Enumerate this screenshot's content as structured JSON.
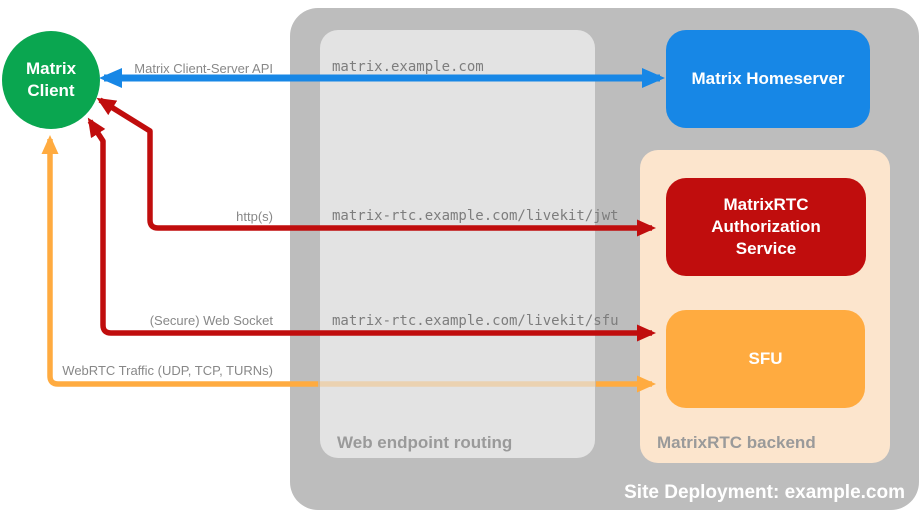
{
  "site": {
    "label": "Site Deployment: example.com"
  },
  "client": {
    "label": "Matrix Client",
    "color": "#0aa650"
  },
  "groups": {
    "web_routing": {
      "label": "Web endpoint routing"
    },
    "backend": {
      "label": "MatrixRTC backend"
    }
  },
  "nodes": {
    "homeserver": {
      "label": "Matrix Homeserver",
      "color": "#1787e6"
    },
    "auth_service": {
      "label": "MatrixRTC Authorization Service",
      "color": "#c00d0d"
    },
    "sfu": {
      "label": "SFU",
      "color": "#ffab40"
    }
  },
  "connections": [
    {
      "id": "client-homeserver",
      "protocol": "Matrix Client-Server API",
      "route": "matrix.example.com",
      "color": "#1787e6",
      "bidirectional": true
    },
    {
      "id": "client-auth-service",
      "protocol": "http(s)",
      "route": "matrix-rtc.example.com/livekit/jwt",
      "color": "#c00d0d",
      "bidirectional": true
    },
    {
      "id": "client-sfu-websocket",
      "protocol": "(Secure) Web Socket",
      "route": "matrix-rtc.example.com/livekit/sfu",
      "color": "#c00d0d",
      "bidirectional": true
    },
    {
      "id": "client-sfu-webrtc",
      "protocol": "WebRTC Traffic (UDP, TCP, TURNs)",
      "route": "",
      "color": "#ffab40",
      "bidirectional": true
    }
  ],
  "colors": {
    "outer_box": "#bdbdbd",
    "inner_box": "#e3e3e3",
    "backend_box": "#fce5cd",
    "protocol_label": "#888888",
    "route_label": "#7d7d7d",
    "group_caption": "#9a9a9a"
  }
}
